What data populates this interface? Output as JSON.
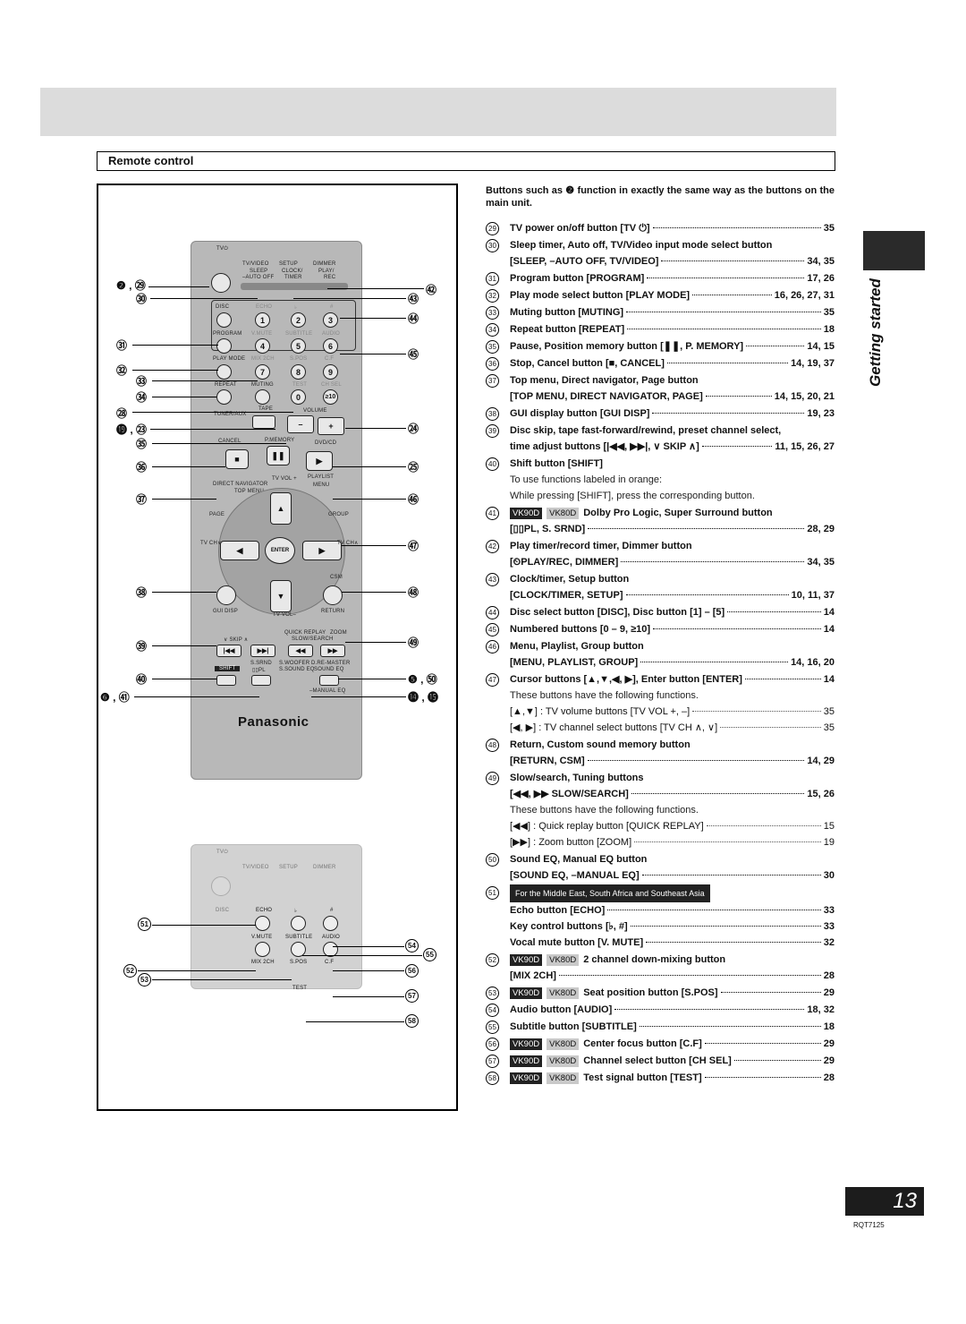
{
  "section_title": "Remote control",
  "side_label": "Getting started",
  "page_number": "13",
  "doc_code": "RQT7125",
  "intro": "Buttons such as ❷ function in exactly the same way as the buttons on the main unit.",
  "remote": {
    "brand": "Panasonic",
    "labels_top": {
      "tv": "TV⏻",
      "tvvideo": "TV/VIDEO",
      "setup": "SETUP",
      "dimmer": "DIMMER",
      "sleep": "SLEEP",
      "clock": "CLOCK/",
      "play": "PLAY/",
      "autooff": "–AUTO OFF",
      "timer": "TIMER",
      "rec": "REC",
      "disc": "DISC",
      "echo": "ECHO",
      "flat": "♭",
      "sharp": "#",
      "program": "PROGRAM",
      "vmute": "V.MUTE",
      "subtitle": "SUBTITLE",
      "audio": "AUDIO",
      "playmode": "PLAY MODE",
      "mix2ch": "MIX 2CH",
      "spos": "S.POS",
      "cf": "C.F",
      "repeat": "REPEAT",
      "muting": "MUTING",
      "test": "TEST",
      "chsel": "CH SEL",
      "tuner": "TUNER/AUX",
      "tape": "TAPE",
      "volume": "VOLUME",
      "minus": "–",
      "plus": "+",
      "cancel": "CANCEL",
      "pmemory": "P.MEMORY",
      "dvdcd": "DVD/CD",
      "direct": "DIRECT NAVIGATOR",
      "topmenu": "TOP MENU",
      "tvvol": "TV VOL +",
      "playlist": "PLAYLIST",
      "menu": "MENU",
      "page": "PAGE",
      "group": "GROUP",
      "tvch": "TV CH∨",
      "tvcha": "TV CH∧",
      "enter": "ENTER",
      "csm": "CSM",
      "guidisp": "GUI DISP",
      "tvvolm": "TV VOL–",
      "return": "RETURN",
      "quickreplay": "QUICK REPLAY",
      "zoom": "ZOOM",
      "skip": "∨ SKIP ∧",
      "slowsearch": "SLOW/SEARCH",
      "ssrnd": "S.SRND",
      "swoofer": "S.WOOFER",
      "dremaster": "D.RE-MASTER",
      "shift": "SHIFT",
      "dpl": "▯▯PL",
      "ssoundeq": "S.SOUND EQ",
      "soundeq": "SOUND EQ",
      "manualeq": "–MANUAL EQ",
      "n1": "1",
      "n2": "2",
      "n3": "3",
      "n4": "4",
      "n5": "5",
      "n6": "6",
      "n7": "7",
      "n8": "8",
      "n9": "9",
      "n0": "0",
      "n10": "≥10"
    },
    "callouts": {
      "c2_29": "❷ , ㉙",
      "c30": "㉚",
      "c31": "㉛",
      "c32": "㉜",
      "c33": "㉝",
      "c34": "㉞",
      "c28": "㉘",
      "c19_23": "⓳ , ㉓",
      "c35": "㉟",
      "c36": "㊱",
      "c37": "㊲",
      "c38": "㊳",
      "c39": "㊴",
      "c40": "㊵",
      "c6_41": "❻ , ㊶",
      "c42": "㊷",
      "c43": "㊸",
      "c44": "㊹",
      "c45": "㊺",
      "c24": "㉔",
      "c25": "㉕",
      "c46": "㊻",
      "c47": "㊼",
      "c48": "㊽",
      "c49": "㊾",
      "c5_50": "❺ , ㊿",
      "c14_15": "⓮ , ⓯",
      "c51": "51",
      "c52": "52",
      "c53": "53",
      "c54": "54",
      "c55": "55",
      "c56": "56",
      "c57": "57",
      "c58": "58"
    }
  },
  "entries": [
    {
      "num": "29",
      "lines": [
        {
          "t": "TV power on/off button [TV ⏻]",
          "p": "35"
        }
      ]
    },
    {
      "num": "30",
      "head": "Sleep timer, Auto off, TV/Video input mode select button",
      "lines": [
        {
          "t": "[SLEEP, –AUTO OFF, TV/VIDEO]",
          "p": "34, 35"
        }
      ]
    },
    {
      "num": "31",
      "lines": [
        {
          "t": "Program button [PROGRAM]",
          "p": "17, 26"
        }
      ]
    },
    {
      "num": "32",
      "lines": [
        {
          "t": "Play mode select button [PLAY MODE]",
          "p": "16, 26, 27, 31"
        }
      ]
    },
    {
      "num": "33",
      "lines": [
        {
          "t": "Muting button [MUTING]",
          "p": "35"
        }
      ]
    },
    {
      "num": "34",
      "lines": [
        {
          "t": "Repeat button [REPEAT]",
          "p": "18"
        }
      ]
    },
    {
      "num": "35",
      "lines": [
        {
          "t": "Pause, Position memory button [❚❚, P. MEMORY]",
          "p": "14, 15"
        }
      ]
    },
    {
      "num": "36",
      "lines": [
        {
          "t": "Stop, Cancel button [■, CANCEL]",
          "p": "14, 19, 37"
        }
      ]
    },
    {
      "num": "37",
      "head": "Top menu, Direct navigator, Page button",
      "lines": [
        {
          "t": "[TOP MENU, DIRECT NAVIGATOR, PAGE]",
          "p": "14, 15, 20, 21"
        }
      ]
    },
    {
      "num": "38",
      "lines": [
        {
          "t": "GUI display button [GUI DISP]",
          "p": "19, 23"
        }
      ]
    },
    {
      "num": "39",
      "head": "Disc skip, tape fast-forward/rewind, preset channel select,",
      "lines": [
        {
          "t": "time adjust buttons [|◀◀, ▶▶|, ∨ SKIP ∧]",
          "p": "11, 15, 26, 27"
        }
      ]
    },
    {
      "num": "40",
      "head": "Shift button [SHIFT]",
      "notes": [
        "To use functions labeled in orange:",
        "While pressing [SHIFT], press the corresponding button."
      ]
    },
    {
      "num": "41",
      "badges": [
        "VK90D",
        "VK80D"
      ],
      "head": "Dolby Pro Logic, Super Surround button",
      "lines": [
        {
          "t": "[▯▯PL, S. SRND]",
          "p": "28, 29"
        }
      ]
    },
    {
      "num": "42",
      "head": "Play timer/record timer, Dimmer button",
      "lines": [
        {
          "t": "[⏲PLAY/REC, DIMMER]",
          "p": "34, 35"
        }
      ]
    },
    {
      "num": "43",
      "head": "Clock/timer, Setup button",
      "lines": [
        {
          "t": "[CLOCK/TIMER, SETUP]",
          "p": "10, 11, 37"
        }
      ]
    },
    {
      "num": "44",
      "lines": [
        {
          "t": "Disc select button [DISC], Disc button [1] – [5]",
          "p": "14"
        }
      ]
    },
    {
      "num": "45",
      "lines": [
        {
          "t": "Numbered buttons [0 – 9, ≥10]",
          "p": "14"
        }
      ]
    },
    {
      "num": "46",
      "head": "Menu, Playlist, Group button",
      "lines": [
        {
          "t": "[MENU, PLAYLIST, GROUP]",
          "p": "14, 16, 20"
        }
      ]
    },
    {
      "num": "47",
      "lines": [
        {
          "t": "Cursor buttons [▲,▼,◀, ▶], Enter button [ENTER]",
          "p": "14"
        }
      ],
      "notes": [
        "These buttons have the following functions."
      ],
      "sublines": [
        {
          "t": "[▲,▼] : TV volume buttons [TV VOL +, –]",
          "p": "35"
        },
        {
          "t": "[◀, ▶] : TV channel select buttons  [TV CH ∧, ∨]",
          "p": "35"
        }
      ]
    },
    {
      "num": "48",
      "head": "Return, Custom sound memory button",
      "lines": [
        {
          "t": "[RETURN, CSM]",
          "p": "14, 29"
        }
      ]
    },
    {
      "num": "49",
      "head": "Slow/search, Tuning buttons",
      "lines": [
        {
          "t": "[◀◀, ▶▶ SLOW/SEARCH]",
          "p": "15, 26"
        }
      ],
      "notes": [
        "These buttons have the following functions."
      ],
      "sublines": [
        {
          "t": "[◀◀] : Quick replay button [QUICK REPLAY]",
          "p": "15"
        },
        {
          "t": "[▶▶] : Zoom button [ZOOM]",
          "p": "19"
        }
      ]
    },
    {
      "num": "50",
      "head": "Sound EQ, Manual EQ button",
      "lines": [
        {
          "t": "[SOUND EQ, –MANUAL EQ]",
          "p": "30"
        }
      ]
    },
    {
      "num": "51",
      "region": "For the Middle East, South Africa and Southeast Asia",
      "lines": [
        {
          "t": "Echo button [ECHO]",
          "p": "33"
        },
        {
          "t": "Key control buttons [♭, #]",
          "p": "33"
        },
        {
          "t": "Vocal mute button [V. MUTE]",
          "p": "32"
        }
      ]
    },
    {
      "num": "52",
      "badges": [
        "VK90D",
        "VK80D"
      ],
      "head": "2 channel down-mixing button",
      "lines": [
        {
          "t": "[MIX 2CH]",
          "p": "28"
        }
      ]
    },
    {
      "num": "53",
      "badges": [
        "VK90D",
        "VK80D"
      ],
      "lines": [
        {
          "t": "Seat position button [S.POS]",
          "p": "29"
        }
      ]
    },
    {
      "num": "54",
      "lines": [
        {
          "t": "Audio button [AUDIO]",
          "p": "18, 32"
        }
      ]
    },
    {
      "num": "55",
      "lines": [
        {
          "t": "Subtitle button [SUBTITLE]",
          "p": "18"
        }
      ]
    },
    {
      "num": "56",
      "badges": [
        "VK90D",
        "VK80D"
      ],
      "lines": [
        {
          "t": "Center focus button [C.F]",
          "p": "29"
        }
      ]
    },
    {
      "num": "57",
      "badges": [
        "VK90D",
        "VK80D"
      ],
      "lines": [
        {
          "t": "Channel select button [CH SEL]",
          "p": "29"
        }
      ]
    },
    {
      "num": "58",
      "badges": [
        "VK90D",
        "VK80D"
      ],
      "lines": [
        {
          "t": "Test signal button [TEST]",
          "p": "28"
        }
      ]
    }
  ]
}
